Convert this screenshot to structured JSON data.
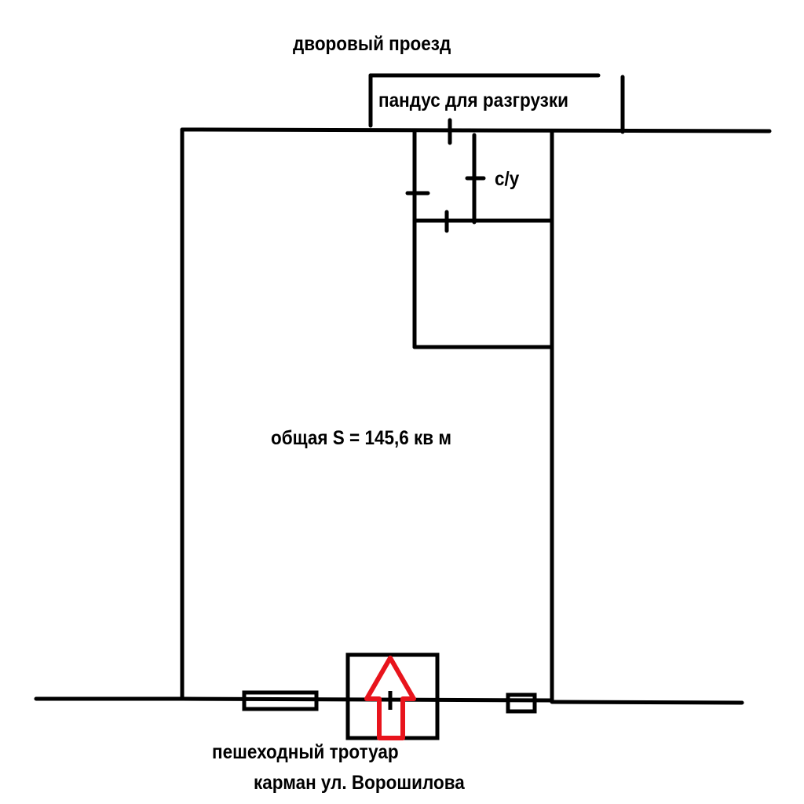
{
  "labels": {
    "courtyard": "дворовый проезд",
    "ramp": "пандус для разгрузки",
    "bathroom": "с/у",
    "total_area": "общая S = 145,6 кв м",
    "sidewalk": "пешеходный тротуар",
    "street": "карман ул. Ворошилова"
  },
  "colors": {
    "walls": "#000000",
    "entrance_arrow": "#e8141c"
  }
}
